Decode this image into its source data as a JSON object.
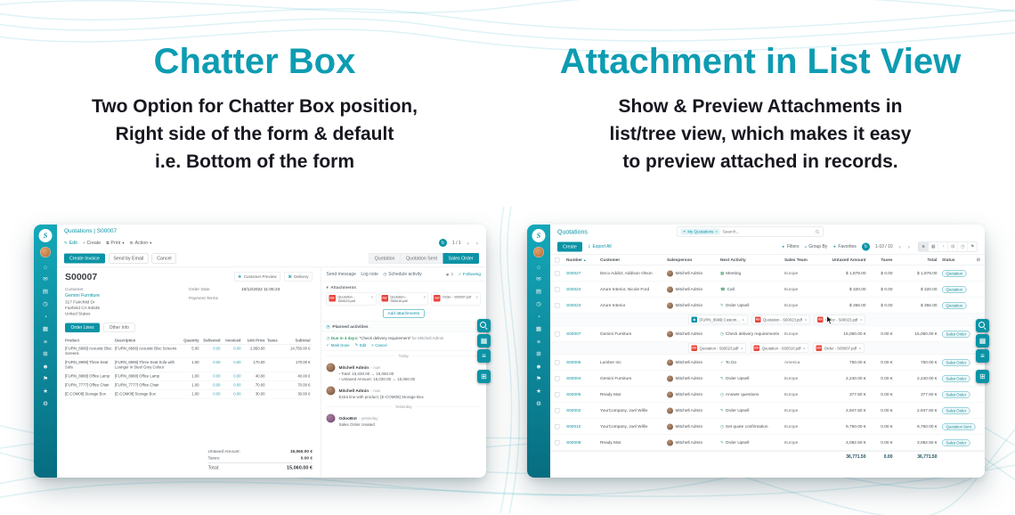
{
  "features": {
    "left": {
      "title": "Chatter Box",
      "line1": "Two Option for Chatter Box position,",
      "line2": "Right side of the form & default",
      "line3": "i.e. Bottom of the form"
    },
    "right": {
      "title": "Attachment in List View",
      "line1": "Show & Preview Attachments in",
      "line2": "list/tree view, which makes it easy",
      "line3": "to preview attached in records."
    }
  },
  "colors": {
    "accent_teal": "#0d9cb2",
    "sidebar_teal": "#0b93a5",
    "pdf_red": "#e8453c",
    "status_teal": "#1b8a9b"
  },
  "icons": {
    "logo": "S",
    "edit": "✎",
    "plus": "+",
    "print": "⧉",
    "action": "⚙",
    "refresh": "↻",
    "prev": "‹",
    "next": "›",
    "caret": "▾",
    "dropdown": "▼",
    "menu": "≡",
    "star": "★",
    "export": "⇩",
    "check": "✓",
    "close": "×",
    "clock": "◷",
    "person": "☻",
    "kanban": "▦",
    "pivot": "⊞",
    "sort_asc": "▲",
    "settings_cols": "⊞",
    "eye": "◉",
    "truck": "▣"
  },
  "sidebar": {
    "icons": [
      {
        "name": "home",
        "glyph": "⌂"
      },
      {
        "name": "discuss",
        "glyph": "✉"
      },
      {
        "name": "notes",
        "glyph": "▤"
      },
      {
        "name": "activities",
        "glyph": "◷"
      },
      {
        "name": "dashboard",
        "glyph": "◔"
      },
      {
        "name": "apps",
        "glyph": "▦"
      },
      {
        "name": "menu",
        "glyph": "≡"
      },
      {
        "name": "reports",
        "glyph": "⊞"
      },
      {
        "name": "contacts",
        "glyph": "☻"
      },
      {
        "name": "projects",
        "glyph": "⚑"
      },
      {
        "name": "favorites",
        "glyph": "★"
      },
      {
        "name": "settings",
        "glyph": "⚙"
      }
    ]
  },
  "form_app": {
    "breadcrumb": "Quotations | S00007",
    "toolbar": {
      "edit": "Edit",
      "create": "Create",
      "print": "Print",
      "action": "Action",
      "pager": "1 / 1"
    },
    "buttons": {
      "create_invoice": "Create Invoice",
      "send_by_email": "Send by Email",
      "cancel": "Cancel"
    },
    "statusbar": {
      "s1": "Quotation",
      "s2": "Quotation Sent",
      "s3": "Sales Order"
    },
    "stat_buttons": {
      "customer_preview": "Customer Preview",
      "delivery": "Delivery"
    },
    "sheet": {
      "name": "S00007",
      "customer_label": "Customer",
      "customer_name": "Gemini Furniture",
      "addr1": "317 Fairchild Dr",
      "addr2": "Fairfield CA 94535",
      "addr3": "United States",
      "order_date_label": "Order Date",
      "order_date": "10/12/2022 11:05:23",
      "payment_terms_label": "Payment Terms",
      "tab_order_lines": "Order Lines",
      "tab_other_info": "Other Info"
    },
    "lines": {
      "headers": [
        "Product",
        "Description",
        "Quantity",
        "Delivered",
        "Invoiced",
        "Unit Price",
        "Taxes",
        "Subtotal"
      ],
      "rows": [
        {
          "product": "[FURN_6666] Acoustic Bloc Screens",
          "description": "[FURN_6666] Acoustic Bloc Screens",
          "qty": "5.00",
          "delivered": "0.00",
          "invoiced": "0.00",
          "price": "2,950.00",
          "taxes": "",
          "subtotal": "14,750.00 €"
        },
        {
          "product": "[FURN_8999] Three-Seat Sofa",
          "description": "[FURN_8999] Three-Seat Sofa with Lounger in Steel Grey Colour",
          "qty": "1.00",
          "delivered": "0.00",
          "invoiced": "0.00",
          "price": "170.00",
          "taxes": "",
          "subtotal": "170.00 €"
        },
        {
          "product": "[FURN_8888] Office Lamp",
          "description": "[FURN_8888] Office Lamp",
          "qty": "1.00",
          "delivered": "0.00",
          "invoiced": "0.00",
          "price": "40.00",
          "taxes": "",
          "subtotal": "40.00 €"
        },
        {
          "product": "[FURN_7777] Office Chair",
          "description": "[FURN_7777] Office Chair",
          "qty": "1.00",
          "delivered": "0.00",
          "invoiced": "0.00",
          "price": "70.00",
          "taxes": "",
          "subtotal": "70.00 €"
        },
        {
          "product": "[E-COM08] Storage Box",
          "description": "[E-COM08] Storage Box",
          "qty": "1.00",
          "delivered": "0.00",
          "invoiced": "0.00",
          "price": "30.00",
          "taxes": "",
          "subtotal": "30.00 €"
        }
      ]
    },
    "totals": {
      "untaxed_label": "Untaxed Amount:",
      "untaxed": "15,060.00 €",
      "taxes_label": "Taxes:",
      "taxes": "0.00 €",
      "total_label": "Total:",
      "total": "15,060.00 €"
    }
  },
  "chatter": {
    "composer": {
      "send_message": "Send message",
      "log_note": "Log note",
      "schedule_activity": "Schedule activity",
      "followers": "2",
      "following": "Following"
    },
    "attachments_label": "Attachments",
    "attachments": [
      {
        "type": "pdf",
        "badge": "PDF",
        "name": "Quotation - S00023.pdf"
      },
      {
        "type": "pdf",
        "badge": "PDF",
        "name": "Quotation - S00010.pdf"
      },
      {
        "type": "pdf",
        "badge": "PDF",
        "name": "Order - S00007.pdf"
      }
    ],
    "add_attachments": "Add attachments",
    "planned_activities": "Planned activities",
    "activity": {
      "due": "Due in 4 days:",
      "summary": "“Check delivery requirement”",
      "assignee": "for Mitchell Admin",
      "mark_done": "Mark Done",
      "edit": "Edit",
      "cancel": "Cancel"
    },
    "separators": {
      "today": "Today",
      "yesterday": "Yesterday"
    },
    "messages": [
      {
        "author": "Mitchell Admin",
        "time": "- now",
        "lines": [
          "Total: 15,030.00 → 15,060.00",
          "Untaxed Amount: 15,030.00 → 15,060.00"
        ]
      },
      {
        "author": "Mitchell Admin",
        "time": "- now",
        "lines": [
          "Extra line with product: [E-COM08] Storage Box"
        ]
      },
      {
        "author": "OdooBot",
        "time": "- yesterday",
        "lines": [
          "Sales Order created"
        ]
      }
    ]
  },
  "list_app": {
    "breadcrumb": "Quotations",
    "search": {
      "facet": "My Quotations",
      "placeholder": "Search..."
    },
    "toolbar": {
      "create": "Create",
      "export_all": "Export All",
      "filters": "Filters",
      "group_by": "Group By",
      "favorites": "Favorites",
      "pager": "1-10 / 10"
    },
    "columns": [
      "Number",
      "Customer",
      "Salesperson",
      "Next Activity",
      "Sales Team",
      "Untaxed Amount",
      "Taxes",
      "Total",
      "Status"
    ],
    "views": [
      {
        "name": "list",
        "glyph": "≡",
        "active": "true"
      },
      {
        "name": "kanban",
        "glyph": "▦"
      },
      {
        "name": "graph",
        "glyph": "◔"
      },
      {
        "name": "pivot",
        "glyph": "⊞"
      },
      {
        "name": "calendar",
        "glyph": "◷"
      },
      {
        "name": "map",
        "glyph": "⚑"
      }
    ],
    "rows": [
      {
        "kind": "record",
        "number": "S00027",
        "customer": "Deco Addict, Addison Olson",
        "salesperson": "Mitchell Admin",
        "activity_icon": "▦",
        "activity": "Meeting",
        "team": "Europe",
        "untaxed": "$ 1,878.00",
        "taxes": "$ 0.00",
        "total": "$ 1,878.00",
        "status": "Quotation"
      },
      {
        "kind": "record",
        "number": "S00024",
        "customer": "Azure Interior, Nicole Ford",
        "salesperson": "Mitchell Admin",
        "activity_icon": "☎",
        "activity": "Call",
        "team": "Europe",
        "untaxed": "$ 320.00",
        "taxes": "$ 0.00",
        "total": "$ 320.00",
        "status": "Quotation"
      },
      {
        "kind": "record",
        "number": "S00023",
        "customer": "Azure Interior",
        "salesperson": "Mitchell Admin",
        "activity_icon": "✎",
        "activity": "Order Upsell",
        "team": "Europe",
        "untaxed": "$ 366.00",
        "taxes": "$ 0.00",
        "total": "$ 366.00",
        "status": "Quotation"
      },
      {
        "kind": "attachments",
        "chips": [
          {
            "type": "image",
            "badge": "▦",
            "name": "[FURN_8999] Custom..."
          },
          {
            "type": "pdf",
            "badge": "PDF",
            "name": "Quotation - S00023.pdf"
          },
          {
            "type": "pdf",
            "badge": "PDF",
            "name": "Order - S00023.pdf"
          }
        ]
      },
      {
        "kind": "record",
        "number": "S00007",
        "customer": "Gemini Furniture",
        "salesperson": "Mitchell Admin",
        "activity_icon": "◷",
        "activity": "Check delivery requirements",
        "team": "Europe",
        "untaxed": "15,060.00 €",
        "taxes": "0.00 €",
        "total": "15,060.00 €",
        "status": "Sales Order"
      },
      {
        "kind": "attachments",
        "chips": [
          {
            "type": "pdf",
            "badge": "PDF",
            "name": "Quotation - S00023.pdf"
          },
          {
            "type": "pdf",
            "badge": "PDF",
            "name": "Quotation - S00010.pdf"
          },
          {
            "type": "pdf",
            "badge": "PDF",
            "name": "Order - S00007.pdf"
          }
        ]
      },
      {
        "kind": "record",
        "number": "S00006",
        "customer": "Lumber Inc",
        "salesperson": "Mitchell Admin",
        "activity_icon": "✓",
        "activity": "To Do",
        "team": "America",
        "untaxed": "750.00 €",
        "taxes": "0.00 €",
        "total": "750.00 €",
        "status": "Sales Order"
      },
      {
        "kind": "record",
        "number": "S00004",
        "customer": "Gemini Furniture",
        "salesperson": "Mitchell Admin",
        "activity_icon": "✎",
        "activity": "Order Upsell",
        "team": "Europe",
        "untaxed": "2,240.00 €",
        "taxes": "0.00 €",
        "total": "2,240.00 €",
        "status": "Sales Order"
      },
      {
        "kind": "record",
        "number": "S00005",
        "customer": "Ready Mat",
        "salesperson": "Mitchell Admin",
        "activity_icon": "◷",
        "activity": "Answer questions",
        "team": "Europe",
        "untaxed": "377.50 €",
        "taxes": "0.00 €",
        "total": "377.50 €",
        "status": "Sales Order"
      },
      {
        "kind": "record",
        "number": "S00002",
        "customer": "YourCompany, Joel Willis",
        "salesperson": "Mitchell Admin",
        "activity_icon": "✎",
        "activity": "Order Upsell",
        "team": "Europe",
        "untaxed": "2,947.50 €",
        "taxes": "0.00 €",
        "total": "2,947.50 €",
        "status": "Sales Order"
      },
      {
        "kind": "record",
        "number": "S00010",
        "customer": "YourCompany, Joel Willis",
        "salesperson": "Mitchell Admin",
        "activity_icon": "◷",
        "activity": "Set quote confirmation",
        "team": "Europe",
        "untaxed": "9,750.00 €",
        "taxes": "0.00 €",
        "total": "9,750.00 €",
        "status": "Quotation Sent"
      },
      {
        "kind": "record",
        "number": "S00008",
        "customer": "Ready Mat",
        "salesperson": "Mitchell Admin",
        "activity_icon": "✎",
        "activity": "Order Upsell",
        "team": "Europe",
        "untaxed": "3,082.50 €",
        "taxes": "0.00 €",
        "total": "3,082.50 €",
        "status": "Sales Order"
      }
    ],
    "footer": {
      "untaxed": "36,771.50",
      "taxes": "0.00",
      "total": "36,771.50"
    }
  }
}
